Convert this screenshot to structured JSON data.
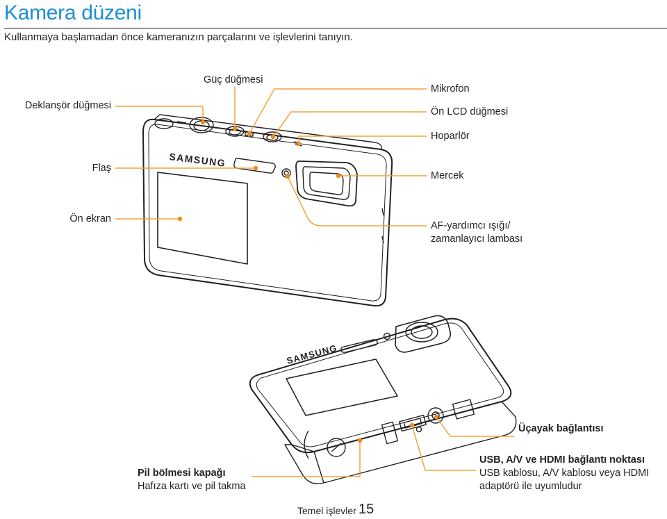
{
  "header": {
    "title": "Kamera düzeni",
    "subtitle": "Kullanmaya başlamadan önce kameranızın parçalarını ve işlevlerini tanıyın."
  },
  "front_view": {
    "brand": "SAMSUNG",
    "labels": {
      "shutter": "Deklanşör düğmesi",
      "power": "Güç düğmesi",
      "microphone": "Mikrofon",
      "front_lcd": "Ön LCD düğmesi",
      "speaker": "Hoparlör",
      "flash": "Flaş",
      "lens": "Mercek",
      "front_screen": "Ön ekran",
      "af_lamp_line1": "AF-yardımcı ışığı/",
      "af_lamp_line2": "zamanlayıcı lambası"
    }
  },
  "bottom_view": {
    "brand": "SAMSUNG",
    "labels": {
      "tripod": "Üçayak bağlantısı",
      "battery_cover_title": "Pil bölmesi kapağı",
      "battery_cover_desc": "Hafıza kartı ve pil takma",
      "port_title": "USB, A/V ve HDMI bağlantı noktası",
      "port_desc_line1": "USB kablosu, A/V kablosu veya HDMI",
      "port_desc_line2": "adaptörü ile uyumludur"
    }
  },
  "footer": {
    "section": "Temel işlevler",
    "page_number": "15"
  },
  "colors": {
    "title": "#1a8fd4",
    "leader_line": "#f5a23b",
    "leader_dot": "#f08c1a",
    "ink": "#231f20"
  }
}
